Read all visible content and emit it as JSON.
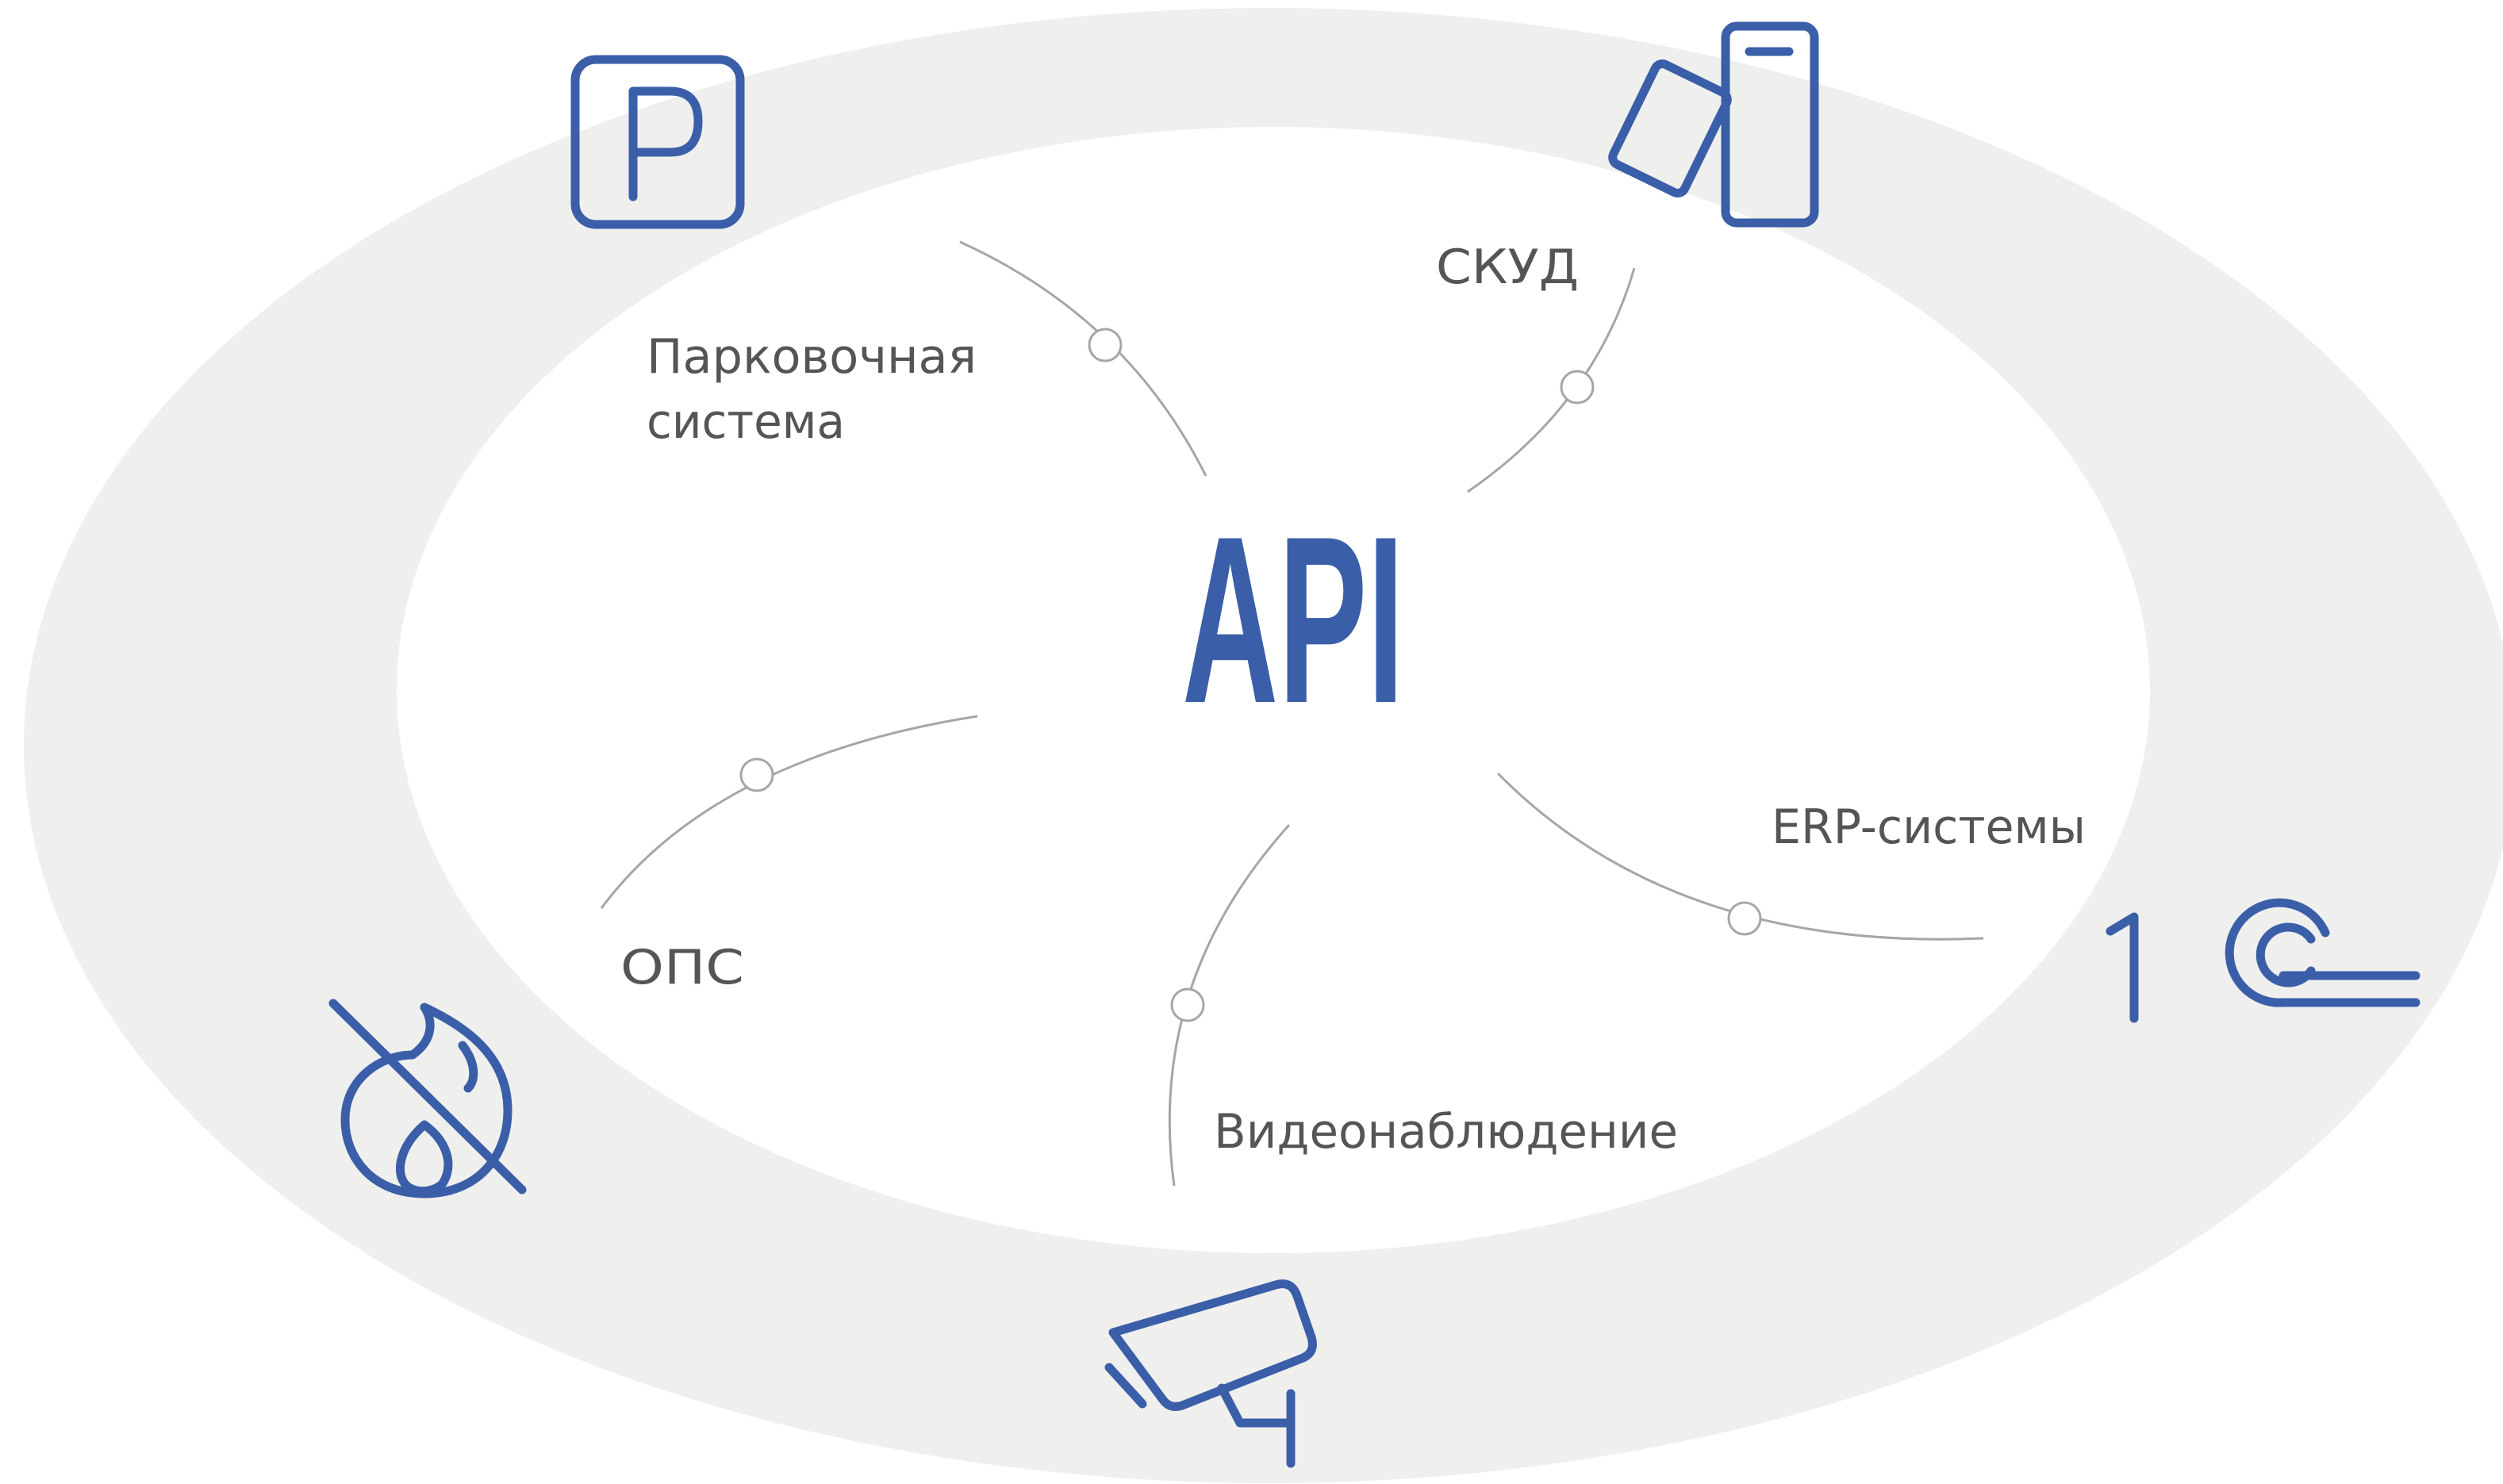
{
  "diagram": {
    "center": "API",
    "colors": {
      "accent": "#3a5ea8",
      "ring": "#efefee",
      "text": "#555555",
      "connector": "#a6a6a6"
    },
    "items": [
      {
        "id": "parking",
        "label_line1": "Парковочная",
        "label_line2": "система",
        "icon": "parking-icon"
      },
      {
        "id": "access",
        "label": "СКУД",
        "icon": "access-card-reader-icon"
      },
      {
        "id": "erp",
        "label": "ERP-системы",
        "icon": "1c-logo-icon"
      },
      {
        "id": "video",
        "label": "Видеонаблюдение",
        "icon": "security-camera-icon"
      },
      {
        "id": "fire",
        "label": "ОПС",
        "icon": "no-fire-icon"
      }
    ]
  }
}
